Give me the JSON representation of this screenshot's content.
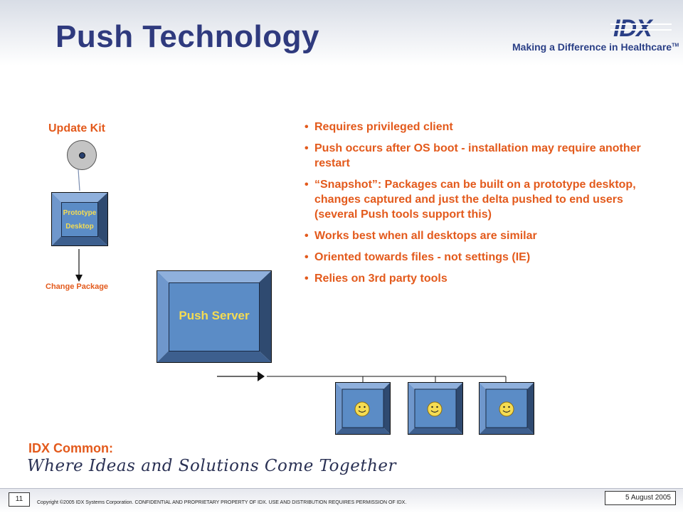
{
  "header": {
    "title": "Push Technology",
    "logo_text": "IDX",
    "tagline": "Making a Difference in Healthcare",
    "tagline_mark": "TM"
  },
  "diagram": {
    "update_kit_label": "Update Kit",
    "prototype_line1": "Prototype",
    "prototype_line2": "Desktop",
    "change_package_label": "Change Package",
    "push_server_label": "Push Server",
    "client_count": 3,
    "client_icon": "smiley-face-icon",
    "media_icon": "cd-disc-icon"
  },
  "bullets": [
    "Requires privileged client",
    "Push occurs after OS boot - installation may require another restart",
    "“Snapshot”: Packages can be built on a prototype desktop, changes captured and just the delta pushed to end users (several Push tools support this)",
    "Works best when all desktops are similar",
    "Oriented towards files - not settings (IE)",
    "Relies on 3rd party tools"
  ],
  "branding": {
    "common_heading": "IDX Common:",
    "slogan": "Where Ideas and Solutions Come Together"
  },
  "footer": {
    "page_number": "11",
    "copyright": "Copyright ©2005 IDX Systems Corporation. CONFIDENTIAL AND PROPRIETARY PROPERTY OF IDX. USE AND DISTRIBUTION REQUIRES PERMISSION OF IDX.",
    "date": "5 August 2005"
  },
  "colors": {
    "title": "#2f3a7e",
    "accent": "#e35a1c",
    "box_fill": "#5b8cc6",
    "box_label": "#f5dc52"
  }
}
